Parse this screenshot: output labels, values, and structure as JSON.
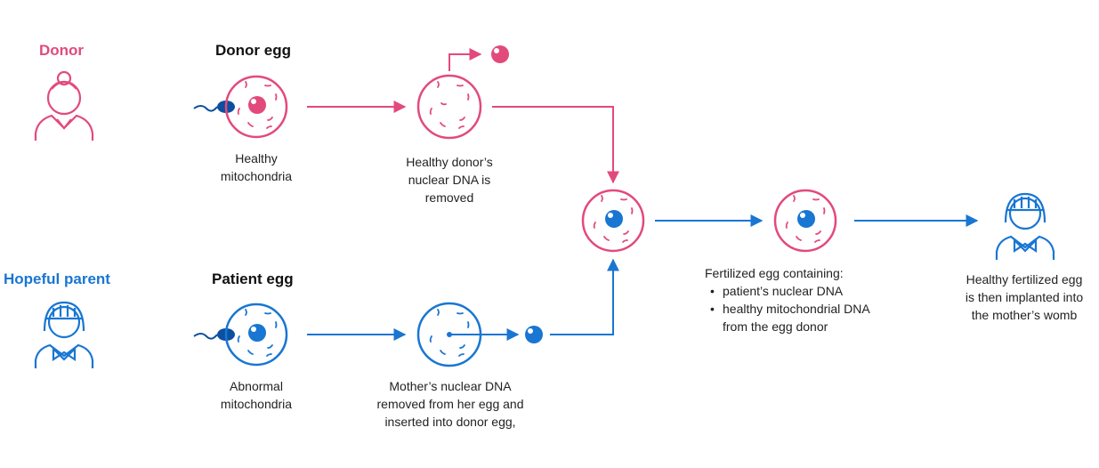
{
  "colors": {
    "donor": "#E24A7C",
    "parent": "#1976D2"
  },
  "donor": {
    "title": "Donor",
    "egg_title": "Donor egg",
    "egg_caption": [
      "Healthy",
      "mitochondria"
    ],
    "removed_caption": [
      "Healthy donor’s",
      "nuclear DNA is",
      "removed"
    ]
  },
  "parent": {
    "title": "Hopeful parent",
    "egg_title": "Patient egg",
    "egg_caption": [
      "Abnormal",
      "mitochondria"
    ],
    "removed_caption": [
      "Mother’s nuclear DNA",
      "removed from her egg and",
      "inserted into donor egg,"
    ]
  },
  "fertilized": {
    "heading": "Fertilized egg containing:",
    "items": [
      "patient’s nuclear DNA",
      "healthy mitochondrial DNA",
      "from the egg donor"
    ]
  },
  "final_caption": [
    "Healthy fertilized egg",
    "is then implanted into",
    "the mother’s womb"
  ],
  "icons": [
    "donor-person-icon",
    "parent-person-icon",
    "sperm-icon",
    "egg-cell-icon",
    "nucleus-icon",
    "arrow-icon"
  ]
}
